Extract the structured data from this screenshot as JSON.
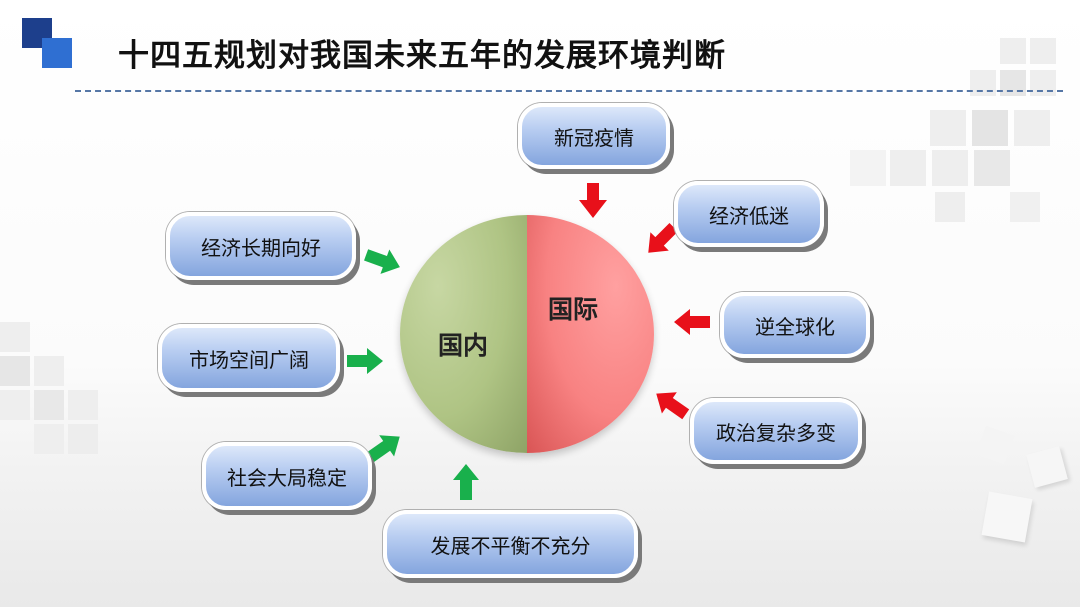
{
  "title": "十四五规划对我国未来五年的发展环境判断",
  "center": {
    "domestic": "国内",
    "international": "国际"
  },
  "domestic_factors": [
    "经济长期向好",
    "市场空间广阔",
    "社会大局稳定",
    "发展不平衡不充分"
  ],
  "international_factors": [
    "新冠疫情",
    "经济低迷",
    "逆全球化",
    "政治复杂多变"
  ],
  "colors": {
    "domestic": "#afc484",
    "international": "#f88282",
    "domestic_arrow": "#19b04c",
    "international_arrow": "#e8101a",
    "title_bar": "#1d3f8c"
  },
  "icons": [
    "logo-squares-icon"
  ]
}
